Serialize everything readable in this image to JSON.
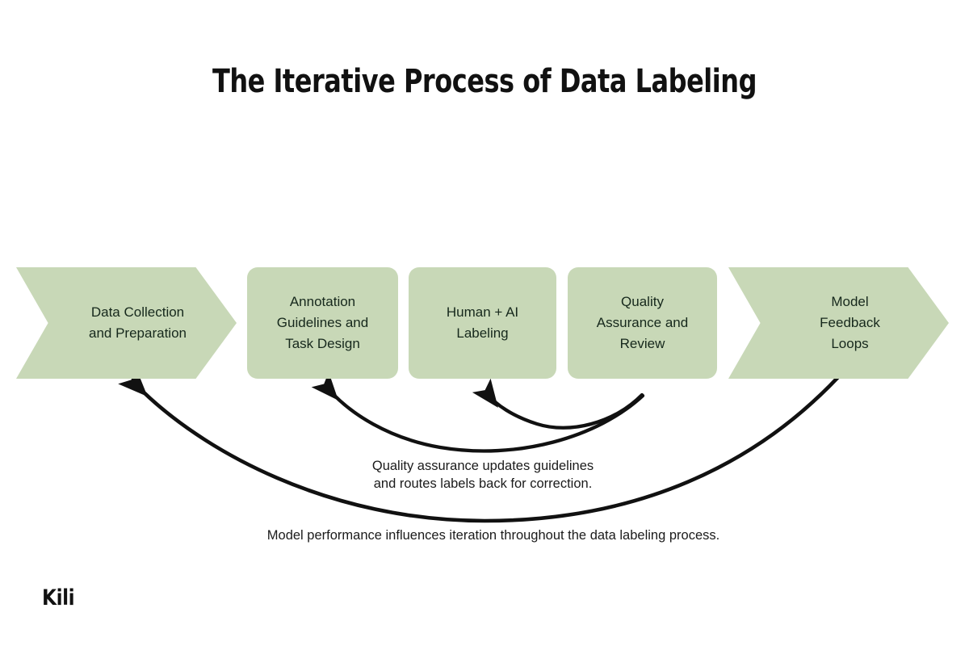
{
  "page": {
    "title": "The Iterative Process of Data Labeling",
    "background_color": "#ffffff",
    "accent_color": "#c8d8b7",
    "text_color": "#16281c",
    "line_color": "#111111"
  },
  "flow": {
    "nodes": [
      {
        "id": "data-collection",
        "shape": "chevron",
        "label": "Data Collection\nand Preparation"
      },
      {
        "id": "annotation-guidelines",
        "shape": "box",
        "label": "Annotation\nGuidelines and\nTask Design"
      },
      {
        "id": "human-ai-labeling",
        "shape": "box",
        "label": "Human + AI\nLabeling"
      },
      {
        "id": "quality-assurance",
        "shape": "box",
        "label": "Quality\nAssurance and\nReview"
      },
      {
        "id": "model-feedback-loops",
        "shape": "chevron",
        "label": "Model\nFeedback\nLoops"
      }
    ]
  },
  "feedback_arrows": [
    {
      "id": "qa-to-labeling",
      "from": "quality-assurance",
      "to": "human-ai-labeling",
      "caption": ""
    },
    {
      "id": "qa-to-guidelines",
      "from": "quality-assurance",
      "to": "annotation-guidelines",
      "caption": "Quality assurance updates guidelines\nand routes labels back for correction."
    },
    {
      "id": "model-to-collection",
      "from": "model-feedback-loops",
      "to": "data-collection",
      "caption": "Model performance influences iteration throughout the data labeling process."
    }
  ],
  "captions": {
    "qa_feedback": "Quality assurance updates guidelines\nand routes labels back for correction.",
    "model_feedback": "Model performance influences iteration throughout the data labeling process."
  },
  "branding": {
    "logo_text": "Kili"
  }
}
